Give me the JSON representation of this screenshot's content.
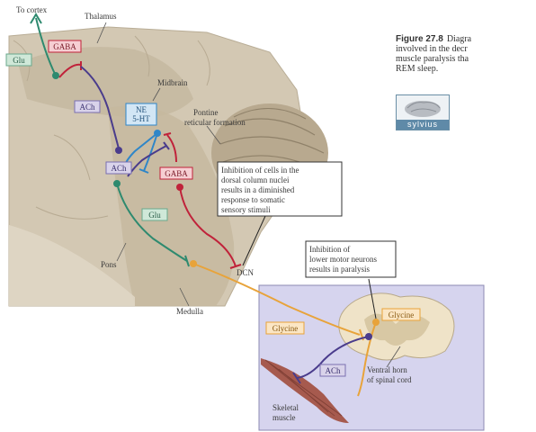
{
  "labels": {
    "to_cortex": "To cortex",
    "thalamus": "Thalamus",
    "midbrain": "Midbrain",
    "pontine_line1": "Pontine",
    "pontine_line2": "reticular formation",
    "pons": "Pons",
    "medulla": "Medulla",
    "dcn": "DCN",
    "ventral_horn_line1": "Ventral horn",
    "ventral_horn_line2": "of spinal cord",
    "skeletal_line1": "Skeletal",
    "skeletal_line2": "muscle"
  },
  "tags": {
    "glu_left": "Glu",
    "gaba_top": "GABA",
    "ach_top": "ACh",
    "ne_line1": "NE",
    "ne_line2": "5-HT",
    "ach_mid": "ACh",
    "gaba_mid": "GABA",
    "glu_mid": "Glu",
    "glycine_left": "Glycine",
    "glycine_right": "Glycine",
    "ach_bottom": "ACh"
  },
  "callouts": {
    "dcn_box": [
      "Inhibition of cells in the",
      "dorsal column nuclei",
      "results in a diminished",
      "response to somatic",
      "sensory stimuli"
    ],
    "motor_box": [
      "Inhibition of",
      "lower motor neurons",
      "results in paralysis"
    ]
  },
  "caption": {
    "figure": "Figure 27.8",
    "lines": [
      "Diagra",
      "involved in the decr",
      "muscle paralysis tha",
      "REM sleep."
    ]
  },
  "logo": {
    "word": "sylvius"
  },
  "colors": {
    "glu": "#2e8a6f",
    "gaba": "#c0223a",
    "ach": "#4a3c8c",
    "ne": "#2f86c8",
    "glycine": "#e8a33a",
    "tag_glu_fill": "#cfe8d8",
    "tag_gaba_fill": "#f6cfd3",
    "tag_ach_fill": "#d9d3ea",
    "tag_ne_fill": "#d2e6f5",
    "tag_glycine_fill": "#fbe6c4",
    "brain": "#cfc3ad",
    "spinal_panel": "#d6d4ee",
    "cerebellum": "#b9aa94"
  }
}
